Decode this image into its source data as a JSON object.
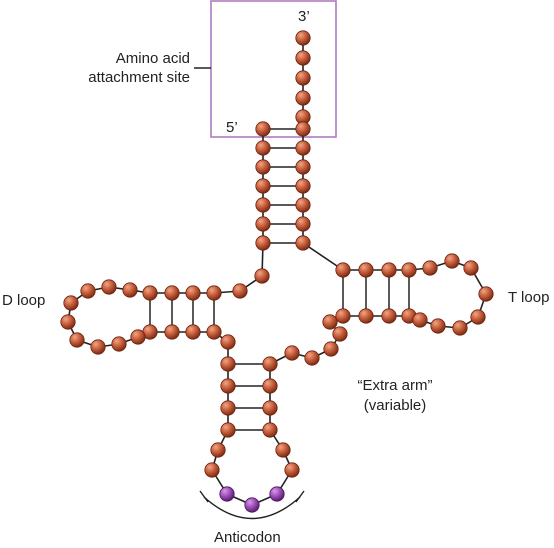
{
  "labels": {
    "three_prime": "3’",
    "five_prime": "5’",
    "amino_line1": "Amino acid",
    "amino_line2": "attachment site",
    "d_loop": "D loop",
    "t_loop": "T loop",
    "extra_arm_line1": "“Extra arm”",
    "extra_arm_line2": "(variable)",
    "anticodon": "Anticodon"
  },
  "colors": {
    "nucleotide": "#b24a2c",
    "nucleotide_highlight": "#e88a66",
    "anticodon_nucleotide": "#8b3fa3",
    "box_border": "#b07bbf",
    "line": "#222222"
  }
}
